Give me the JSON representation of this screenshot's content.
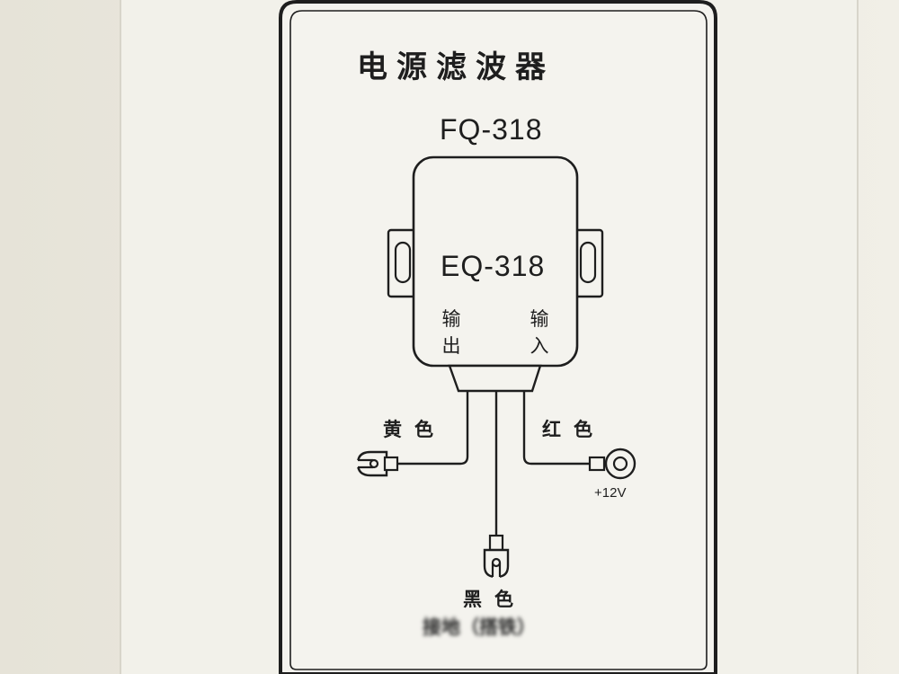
{
  "title": "电源滤波器",
  "outer_model": "FQ-318",
  "inner_model": "EQ-318",
  "port_output": "输出",
  "port_input": "输入",
  "wire_yellow": "黄色",
  "wire_red": "红色",
  "wire_black": "黑色",
  "voltage": "+12V",
  "black_note": "接地（搭铁）",
  "watermark": "",
  "colors": {
    "paper": "#e9e7dd",
    "card": "#f3f2ec",
    "ink": "#1e1e1e"
  }
}
